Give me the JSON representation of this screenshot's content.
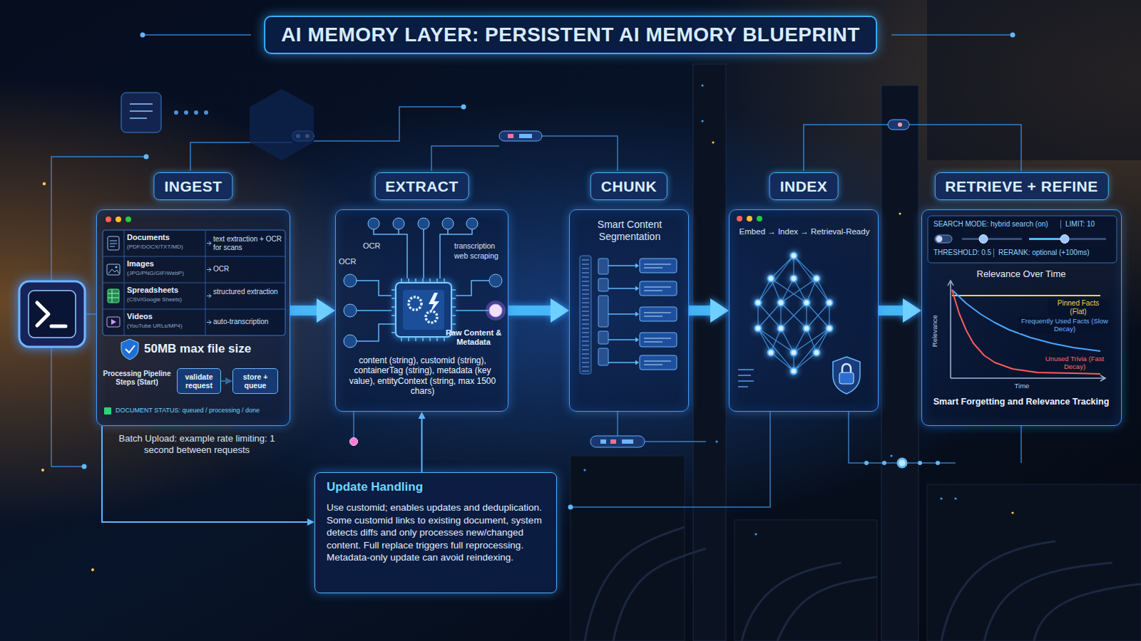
{
  "diagram": {
    "title": "AI MEMORY LAYER: PERSISTENT AI MEMORY BLUEPRINT",
    "nodes": [
      {
        "text": [
          "INGEST"
        ]
      },
      {
        "text": [
          "validate request"
        ],
        "in": 0
      },
      {
        "text": [
          "store + queue"
        ],
        "in": 0
      },
      {
        "text": [
          "EXTRACT"
        ]
      },
      {
        "text": [
          "CHUNK",
          "Smart Content Segmentation"
        ]
      },
      {
        "text": [
          "INDEX",
          "Embed → Index → Retrieval-Ready"
        ]
      },
      {
        "text": [
          "RETRIEVE + REFINE"
        ]
      },
      {
        "text": [
          "Update Handling",
          "Use customid; enables updates and deduplication. Some customid links to existing document, system detects diffs and only processes new/changed content. Full replace triggers full reprocessing. Metadata-only update can avoid reindexing."
        ]
      }
    ],
    "edges": [
      {
        "from": 0,
        "to": 3,
        "arrow": "to"
      },
      {
        "from": 3,
        "to": 4,
        "arrow": "to"
      },
      {
        "from": 4,
        "to": 5,
        "arrow": "to"
      },
      {
        "from": 5,
        "to": 6,
        "arrow": "to"
      },
      {
        "from": 1,
        "to": 2,
        "arrow": "to"
      },
      {
        "from": 0,
        "to": 7,
        "arrow": "to"
      },
      {
        "from": 7,
        "to": 3,
        "arrow": "to"
      }
    ],
    "labels": [
      "Documents",
      "(PDF/DOCX/TXT/MD)",
      "text extraction + OCR for scans",
      "Images",
      "(JPG/PNG/GIF/WebP)",
      "OCR",
      "Spreadsheets",
      "(CSV/Google Sheets)",
      "structured extraction",
      "Videos",
      "(YouTube URLs/MP4)",
      "auto-transcription",
      "50MB max file size",
      "Processing Pipeline Steps (Start)",
      "DOCUMENT STATUS: queued / processing / done",
      "Batch Upload: example rate limiting: 1 second between requests",
      "OCR",
      "OCR",
      "transcription",
      "web scraping",
      "Raw Content & Metadata",
      "content (string), customid (string), containerTag (string), metadata (key value), entityContext (string, max 1500 chars)",
      "SEARCH MODE: hybrid search (on)",
      "LIMIT: 10",
      "THRESHOLD: 0.5",
      "RERANK: optional (+100ms)",
      "Relevance Over Time",
      "Relevance",
      "Time",
      "Pinned Facts (Flat)",
      "Frequently Used Facts (Slow Decay)",
      "Unused Trivia (Fast Decay)",
      "Smart Forgetting and Relevance Tracking"
    ]
  }
}
